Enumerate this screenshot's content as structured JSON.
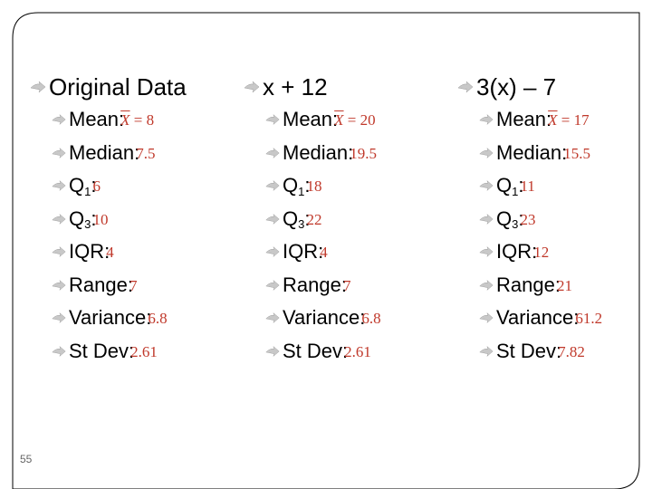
{
  "page_number": "55",
  "columns": [
    {
      "heading": "Original Data",
      "rows": [
        {
          "label": "Mean:",
          "value": "= 8",
          "xbar": "X"
        },
        {
          "label": "Median:",
          "value": "7.5"
        },
        {
          "label": "Q",
          "sub": "1",
          "suffix": ":",
          "value": "6"
        },
        {
          "label": "Q",
          "sub": "3",
          "suffix": ":",
          "value": "10"
        },
        {
          "label": "IQR:",
          "value": "4"
        },
        {
          "label": "Range:",
          "value": "7"
        },
        {
          "label": "Variance:",
          "value": "6.8"
        },
        {
          "label": "St Dev:",
          "value": "2.61"
        }
      ]
    },
    {
      "heading": "x + 12",
      "rows": [
        {
          "label": "Mean:",
          "value": "= 20",
          "xbar": "X"
        },
        {
          "label": "Median:",
          "value": "19.5"
        },
        {
          "label": "Q",
          "sub": "1",
          "suffix": ":",
          "value": "18"
        },
        {
          "label": "Q",
          "sub": "3",
          "suffix": ":",
          "value": "22"
        },
        {
          "label": "IQR:",
          "value": "4"
        },
        {
          "label": "Range:",
          "value": "7"
        },
        {
          "label": "Variance:",
          "value": "6.8"
        },
        {
          "label": "St Dev:",
          "value": "2.61"
        }
      ]
    },
    {
      "heading": "3(x) – 7",
      "rows": [
        {
          "label": "Mean:",
          "value": "= 17",
          "xbar": "X"
        },
        {
          "label": "Median:",
          "value": "15.5"
        },
        {
          "label": "Q",
          "sub": "1",
          "suffix": ":",
          "value": "11"
        },
        {
          "label": "Q",
          "sub": "3",
          "suffix": ":",
          "value": "23"
        },
        {
          "label": "IQR:",
          "value": "12"
        },
        {
          "label": "Range:",
          "value": "21"
        },
        {
          "label": "Variance:",
          "value": "61.2"
        },
        {
          "label": "St Dev:",
          "value": "7.82"
        }
      ]
    }
  ]
}
